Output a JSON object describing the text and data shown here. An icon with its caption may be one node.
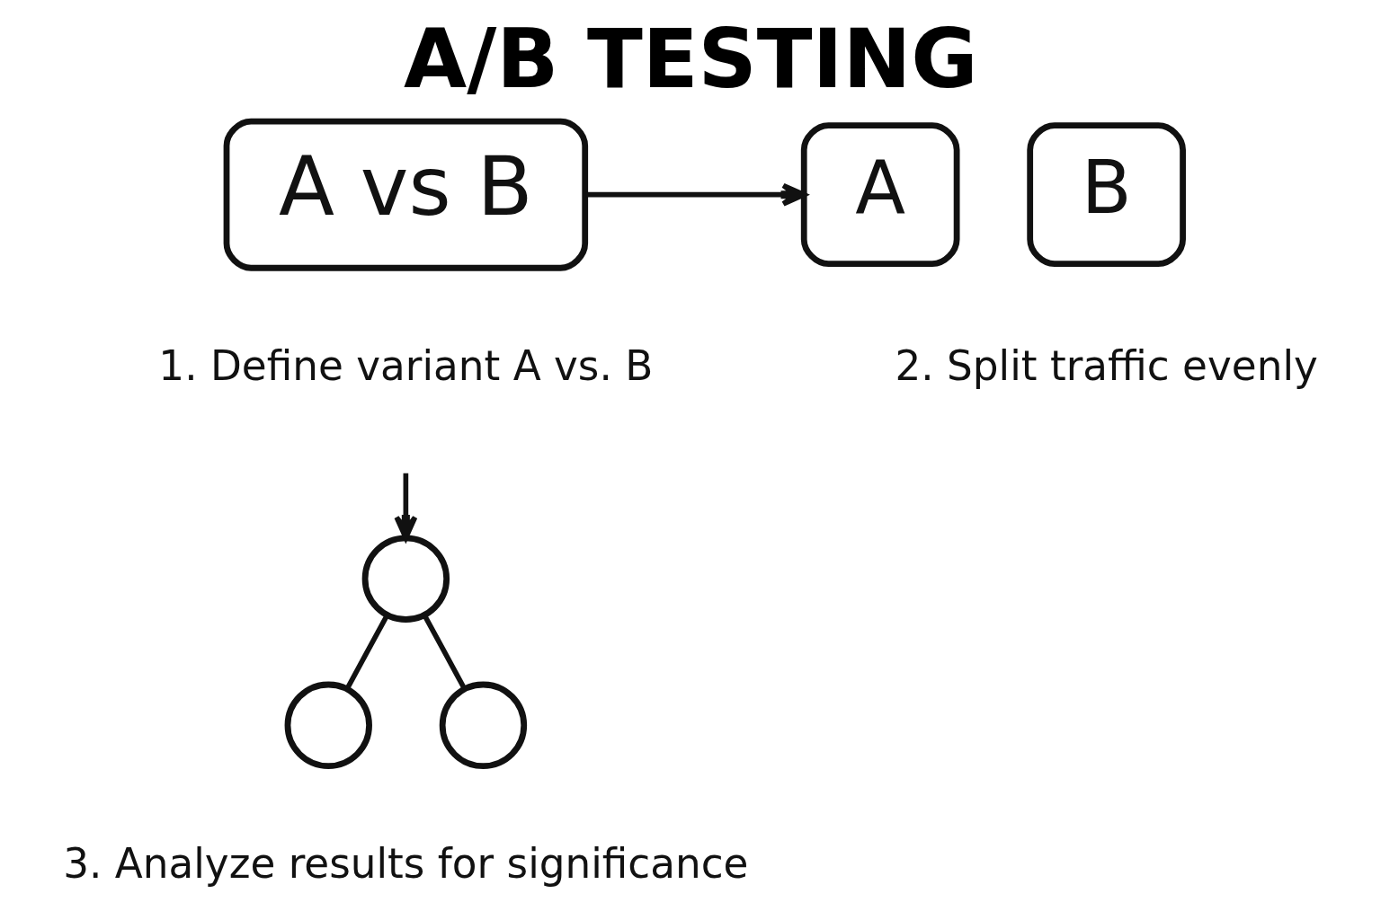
{
  "diagram": {
    "title": "A/B TESTING",
    "nodes": [
      {
        "text": [
          "A vs B"
        ]
      },
      {
        "text": [
          "A"
        ]
      },
      {
        "text": [
          "B"
        ]
      },
      {
        "text": [],
        "shape": "circle"
      },
      {
        "text": [],
        "shape": "circle"
      },
      {
        "text": [],
        "shape": "circle"
      }
    ],
    "edges": [
      {
        "from": 0,
        "to": 1,
        "arrow": "to"
      },
      {
        "from": null,
        "to": 3,
        "arrow": "to"
      },
      {
        "from": 3,
        "to": 4,
        "arrow": "none"
      },
      {
        "from": 3,
        "to": 5,
        "arrow": "none"
      }
    ],
    "labels": [
      "1. Define variant A vs. B",
      "2. Split traffic evenly",
      "3. Analyze results for significance"
    ]
  }
}
